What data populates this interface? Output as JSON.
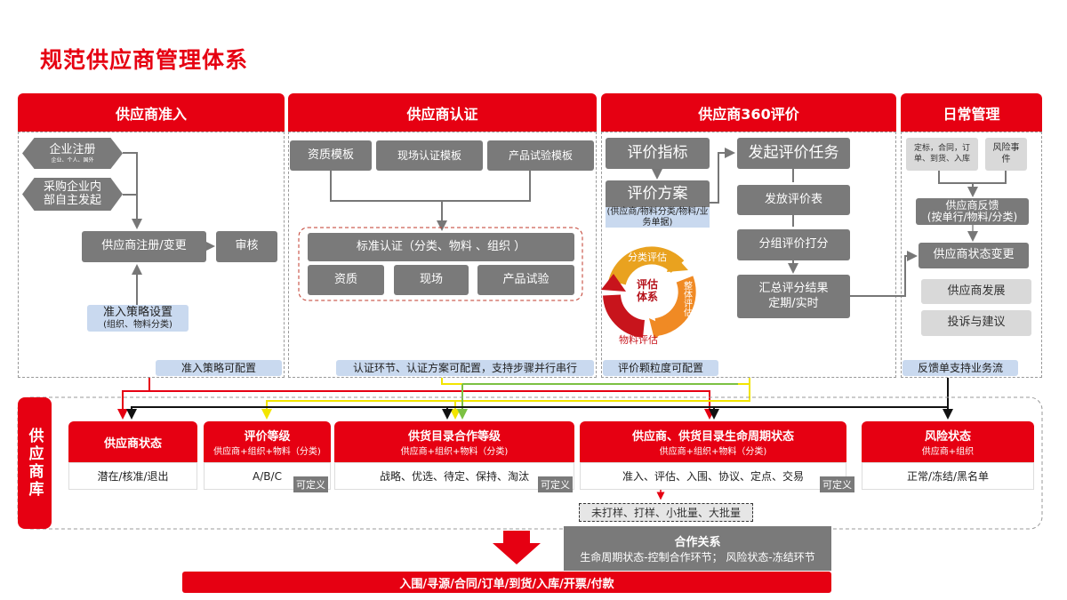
{
  "title": "规范供应商管理体系",
  "columns": {
    "admission": {
      "header": "供应商准入",
      "reg": "企业注册",
      "reg_sub": "企业、个人、国外",
      "internal": "采购企业内部自主发起",
      "register_change": "供应商注册/变更",
      "audit": "审核",
      "policy": "准入策略设置",
      "policy_sub": "(组织、物料分类)",
      "footer": "准入策略可配置"
    },
    "certification": {
      "header": "供应商认证",
      "templates": [
        "资质模板",
        "现场认证模板",
        "产品试验模板"
      ],
      "standard": "标准认证（分类、物料 、组织 ）",
      "items": [
        "资质",
        "现场",
        "产品试验"
      ],
      "footer": "认证环节、认证方案可配置，支持步骤并行串行"
    },
    "evaluation": {
      "header": "供应商360评价",
      "index": "评价指标",
      "plan": "评价方案",
      "plan_sub": "(供应商/物料分类/物料/业务单据)",
      "cycle": [
        "分类评估",
        "整体评估",
        "物料评估"
      ],
      "cycle_center": "评估体系",
      "steps": [
        "发起评价任务",
        "发放评价表",
        "分组评价打分",
        "汇总评分结果"
      ],
      "summary_sub": "定期/实时",
      "footer": "评价颗粒度可配置"
    },
    "daily": {
      "header": "日常管理",
      "src1": "定标，合同，订单、到货、入库",
      "src2": "风险事件",
      "feedback": "供应商反馈",
      "feedback_sub": "(按单行/物料/分类)",
      "status_change": "供应商状态变更",
      "develop": "供应商发展",
      "complaint": "投诉与建议",
      "footer": "反馈单支持业务流"
    }
  },
  "library": {
    "label": "供应商库",
    "custom": "可定义",
    "cards": [
      {
        "title": "供应商状态",
        "sub": "",
        "value": "潜在/核准/退出"
      },
      {
        "title": "评价等级",
        "sub": "供应商+组织+物料（分类)",
        "value": "A/B/C"
      },
      {
        "title": "供货目录合作等级",
        "sub": "供应商+组织+物料（分类)",
        "value": "战略、优选、待定、保持、淘汰"
      },
      {
        "title": "供应商、供货目录生命周期状态",
        "sub": "供应商+组织+物料（分类)",
        "value": "准入、评估、入围、协议、定点、交易"
      },
      {
        "title": "风险状态",
        "sub": "供应商+组织",
        "value": "正常/冻结/黑名单"
      }
    ],
    "sample": "未打样、打样、小批量、大批量"
  },
  "cooperation": {
    "title": "合作关系",
    "sub": "生命周期状态-控制合作环节；  风险状态-冻结环节"
  },
  "flow": "入围/寻源/合同/订单/到货/入库/开票/付款"
}
